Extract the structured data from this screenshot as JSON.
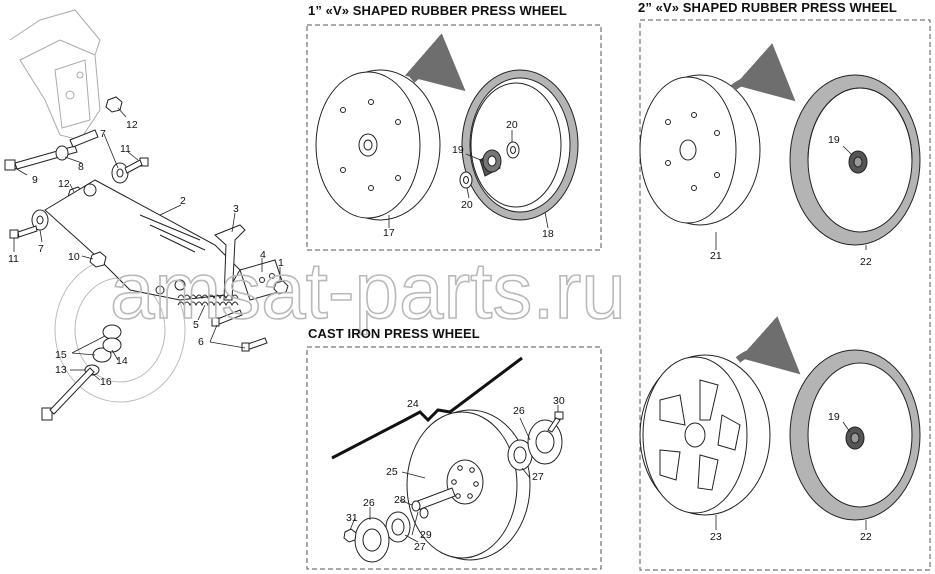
{
  "titles": {
    "v1": "1” «V» SHAPED RUBBER PRESS WHEEL",
    "v2": "2” «V» SHAPED RUBBER PRESS WHEEL",
    "cast": "CAST IRON PRESS WHEEL"
  },
  "watermark": "amsat-parts.ru",
  "callouts": {
    "c1": "1",
    "c2": "2",
    "c3": "3",
    "c4": "4",
    "c5": "5",
    "c6": "6",
    "c7a": "7",
    "c7b": "7",
    "c8": "8",
    "c9": "9",
    "c10": "10",
    "c11a": "11",
    "c11b": "11",
    "c12a": "12",
    "c12b": "12",
    "c13": "13",
    "c14": "14",
    "c15": "15",
    "c16": "16",
    "c17": "17",
    "c18": "18",
    "c19a": "19",
    "c19b": "19",
    "c19c": "19",
    "c20a": "20",
    "c20b": "20",
    "c21": "21",
    "c22a": "22",
    "c22b": "22",
    "c23": "23",
    "c24": "24",
    "c25": "25",
    "c26a": "26",
    "c26b": "26",
    "c27a": "27",
    "c27b": "27",
    "c28": "28",
    "c29": "29",
    "c30": "30",
    "c31": "31"
  },
  "colors": {
    "line": "#222222",
    "rubber": "#b4b4b4",
    "arrow": "#6e6e6e",
    "frame": "#555555"
  }
}
